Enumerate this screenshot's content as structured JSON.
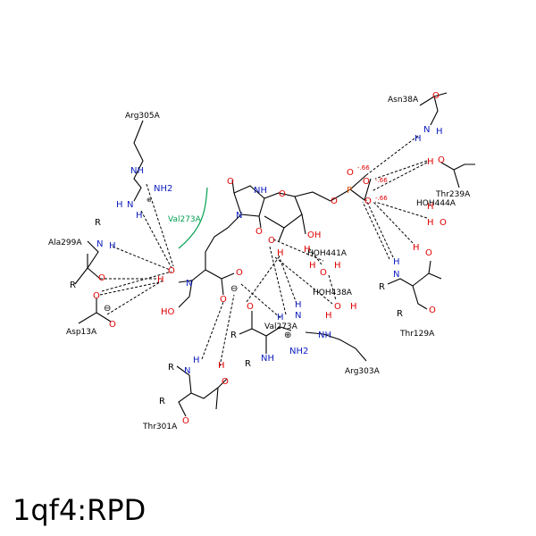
{
  "title": "1qf4:RPD",
  "residues": {
    "arg305a": "Arg305A",
    "asn38a": "Asn38A",
    "thr239a": "Thr239A",
    "hoh444a": "HOH444A",
    "ala299a": "Ala299A",
    "val273a_top": "Val273A",
    "hoh441a": "HOH441A",
    "hoh438a": "HOH438A",
    "asp13a": "Asp13A",
    "thr129a": "Thr129A",
    "val273a_bottom": "Val273A",
    "arg303a": "Arg303A",
    "thr301a": "Thr301A"
  },
  "atoms": {
    "nitrogen": "N",
    "oxygen": "O",
    "hydrogen": "H",
    "phosphorus": "P",
    "nh": "NH",
    "nh2": "NH2",
    "ho": "HO",
    "oh": "OH",
    "r": "R",
    "charge_minus": "⊖",
    "charge_plus": "⊕",
    "charge_66": "-.66"
  },
  "colors": {
    "nitrogen": "#1020c0",
    "oxygen": "#e00000",
    "hydrophobic": "#00a050",
    "bond": "#000000"
  }
}
